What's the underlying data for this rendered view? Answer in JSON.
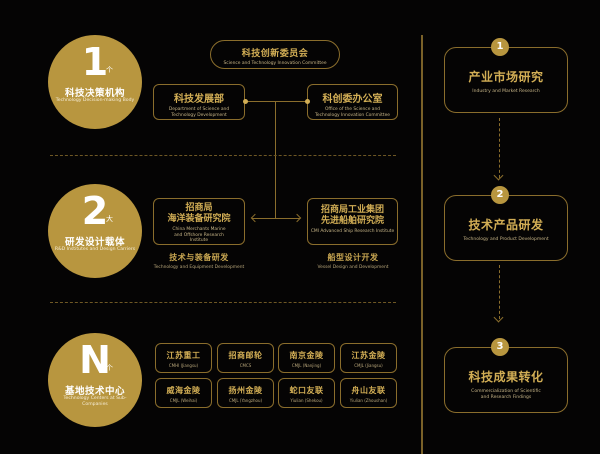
{
  "colors": {
    "background": "#050404",
    "gold": "#b8963f",
    "gold_text": "#d2ae55",
    "line": "#8a6d2c"
  },
  "tiers": [
    {
      "number": "1",
      "unit": "个",
      "title_cn": "科技决策机构",
      "title_en": "Technology Decision-making Body"
    },
    {
      "number": "2",
      "unit": "大",
      "title_cn": "研发设计载体",
      "title_en": "R&D Institutes and Design Carriers"
    },
    {
      "number": "N",
      "unit": "个",
      "title_cn": "基地技术中心",
      "title_en": "Technology Centers at Sub-Companies"
    }
  ],
  "committee": {
    "cn": "科技创新委员会",
    "en": "Science and Technology Innovation Committee"
  },
  "decision": {
    "left": {
      "cn": "科技发展部",
      "en": "Department of Science and Technology Development"
    },
    "right": {
      "cn": "科创委办公室",
      "en": "Office of the Science and Technology Innovation Committee"
    }
  },
  "rd": {
    "left": {
      "cn_line1": "招商局",
      "cn_line2": "海洋装备研究院",
      "en": "China Merchants Marine and Offshore Research Institute",
      "caption_cn": "技术与装备研发",
      "caption_en": "Technology and Equipment Development"
    },
    "right": {
      "cn_line1": "招商局工业集团",
      "cn_line2": "先进船舶研究院",
      "en": "CMI Advanced Ship Research Institute",
      "caption_cn": "船型设计开发",
      "caption_en": "Vessel Design and Development"
    }
  },
  "centers": [
    {
      "cn": "江苏重工",
      "en": "CMHI (Jiangsu)"
    },
    {
      "cn": "招商邮轮",
      "en": "CMCS"
    },
    {
      "cn": "南京金陵",
      "en": "CMJL (Nanjing)"
    },
    {
      "cn": "江苏金陵",
      "en": "CMJL (Jiangsu)"
    },
    {
      "cn": "威海金陵",
      "en": "CMJL (Weihai)"
    },
    {
      "cn": "扬州金陵",
      "en": "CMJL (Yangzhou)"
    },
    {
      "cn": "蛇口友联",
      "en": "Yiulian (Shekou)"
    },
    {
      "cn": "舟山友联",
      "en": "Yiulian (Zhoushan)"
    }
  ],
  "process": [
    {
      "step": "1",
      "cn": "产业市场研究",
      "en": "Industry and Market Research"
    },
    {
      "step": "2",
      "cn": "技术产品研发",
      "en": "Technology and Product Development"
    },
    {
      "step": "3",
      "cn": "科技成果转化",
      "en": "Commercialization of Scientific and Research Findings"
    }
  ]
}
